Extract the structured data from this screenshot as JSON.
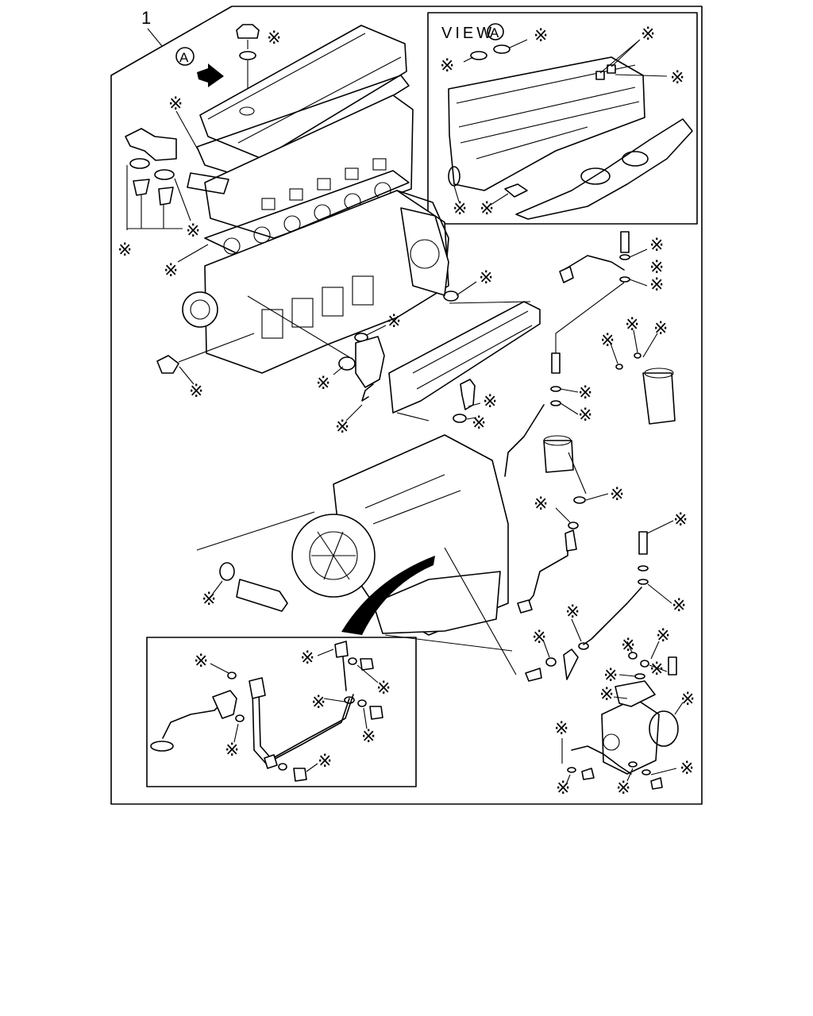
{
  "diagram": {
    "ref_number": "1",
    "view_marker": "A",
    "view_title": "VIEW",
    "view_title_marker": "A",
    "kit_symbol": "※"
  }
}
